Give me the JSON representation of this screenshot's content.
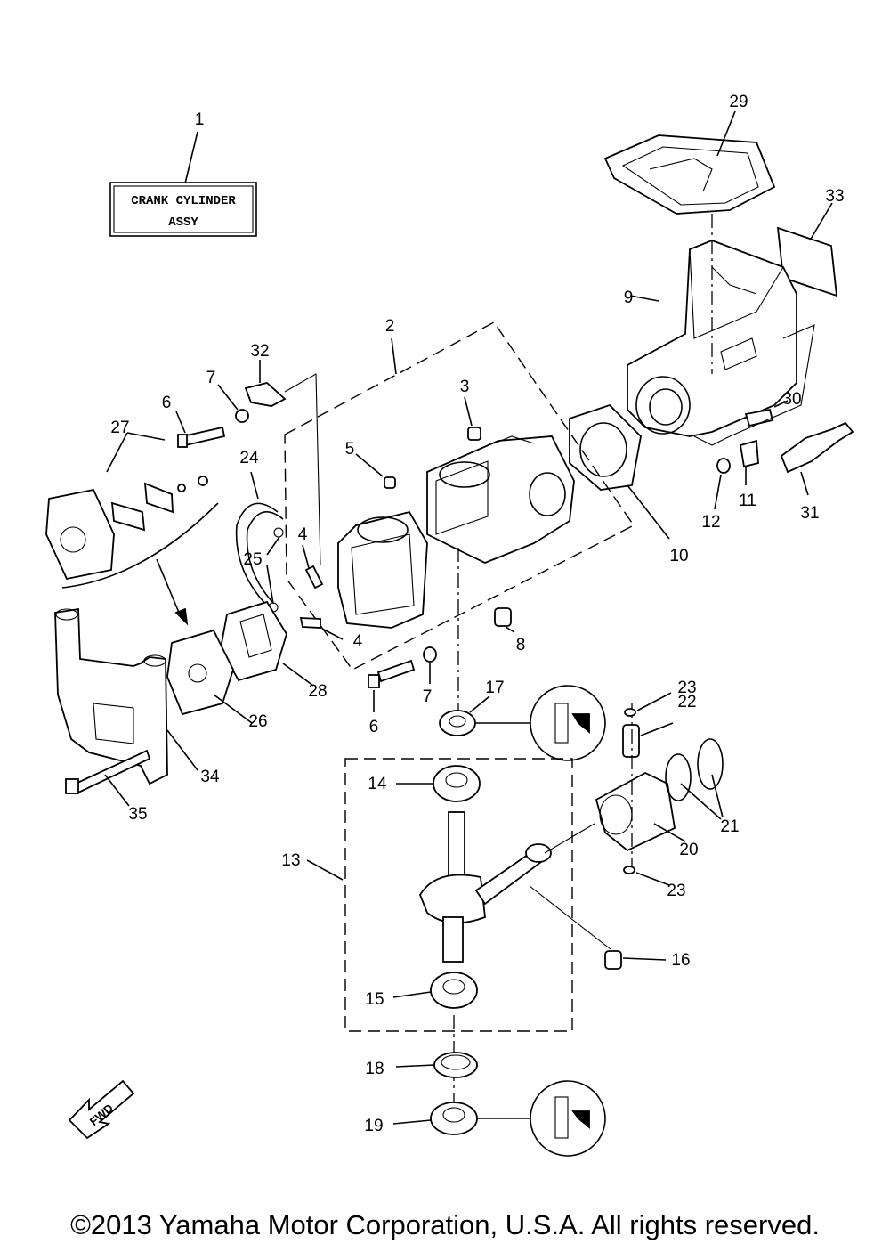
{
  "label_box": {
    "line1": "CRANK CYLINDER",
    "line2": "ASSY"
  },
  "fwd_arrow": "FWD",
  "callouts": {
    "c1": "1",
    "c2": "2",
    "c3": "3",
    "c4a": "4",
    "c4b": "4",
    "c5": "5",
    "c6a": "6",
    "c6b": "6",
    "c7a": "7",
    "c7b": "7",
    "c8": "8",
    "c9": "9",
    "c10": "10",
    "c11": "11",
    "c12": "12",
    "c13": "13",
    "c14": "14",
    "c15": "15",
    "c16": "16",
    "c17": "17",
    "c18": "18",
    "c19": "19",
    "c20": "20",
    "c21": "21",
    "c22": "22",
    "c23a": "23",
    "c23b": "23",
    "c24": "24",
    "c25": "25",
    "c26": "26",
    "c27": "27",
    "c28": "28",
    "c29": "29",
    "c30": "30",
    "c31": "31",
    "c32": "32",
    "c33": "33",
    "c34": "34",
    "c35": "35"
  },
  "copyright": "©2013 Yamaha Motor Corporation, U.S.A. All rights reserved."
}
